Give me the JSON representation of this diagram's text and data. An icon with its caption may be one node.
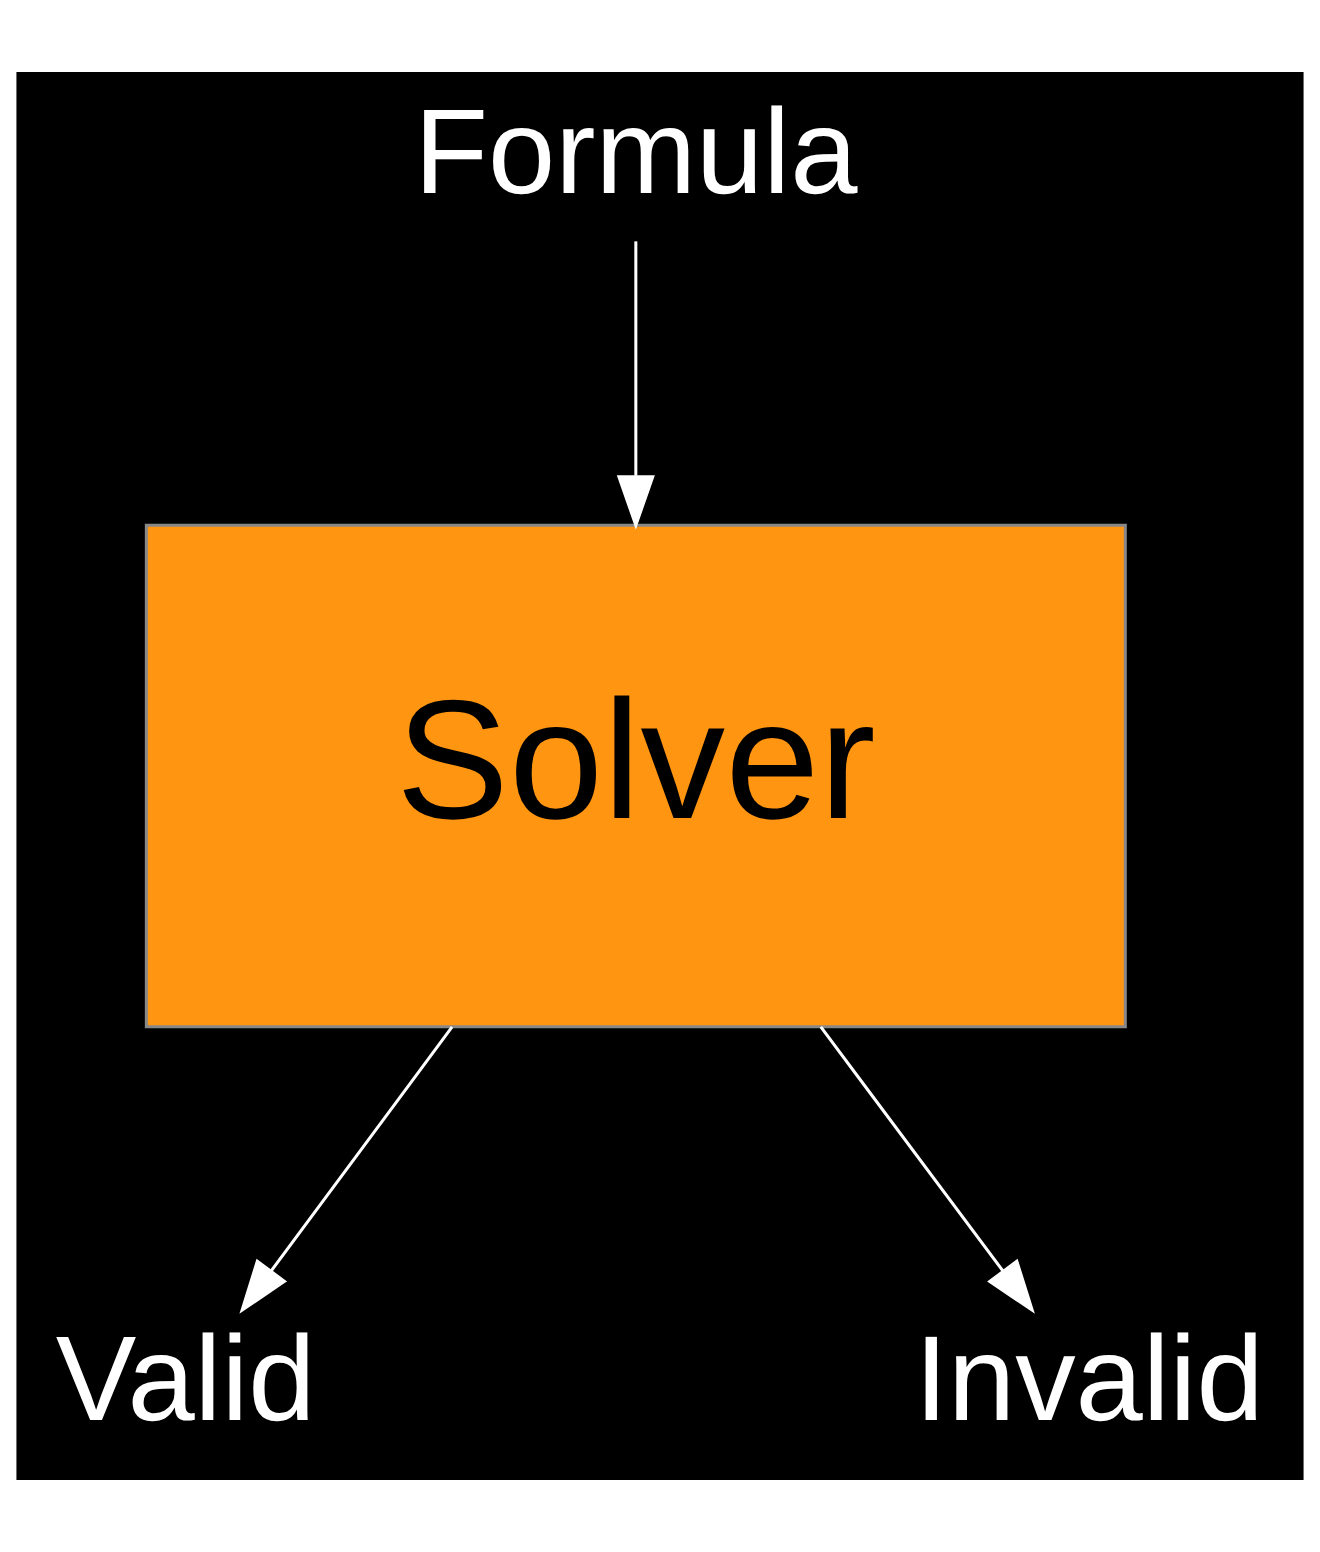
{
  "diagram": {
    "nodes": [
      {
        "text": [
          "Formula"
        ]
      },
      {
        "text": [
          "Solver"
        ]
      },
      {
        "text": [
          "Valid"
        ]
      },
      {
        "text": [
          "Invalid"
        ]
      }
    ],
    "edges": [
      {
        "from": 0,
        "to": 1,
        "arrow": "to"
      },
      {
        "from": 1,
        "to": 2,
        "arrow": "to"
      },
      {
        "from": 1,
        "to": 3,
        "arrow": "to"
      }
    ]
  }
}
